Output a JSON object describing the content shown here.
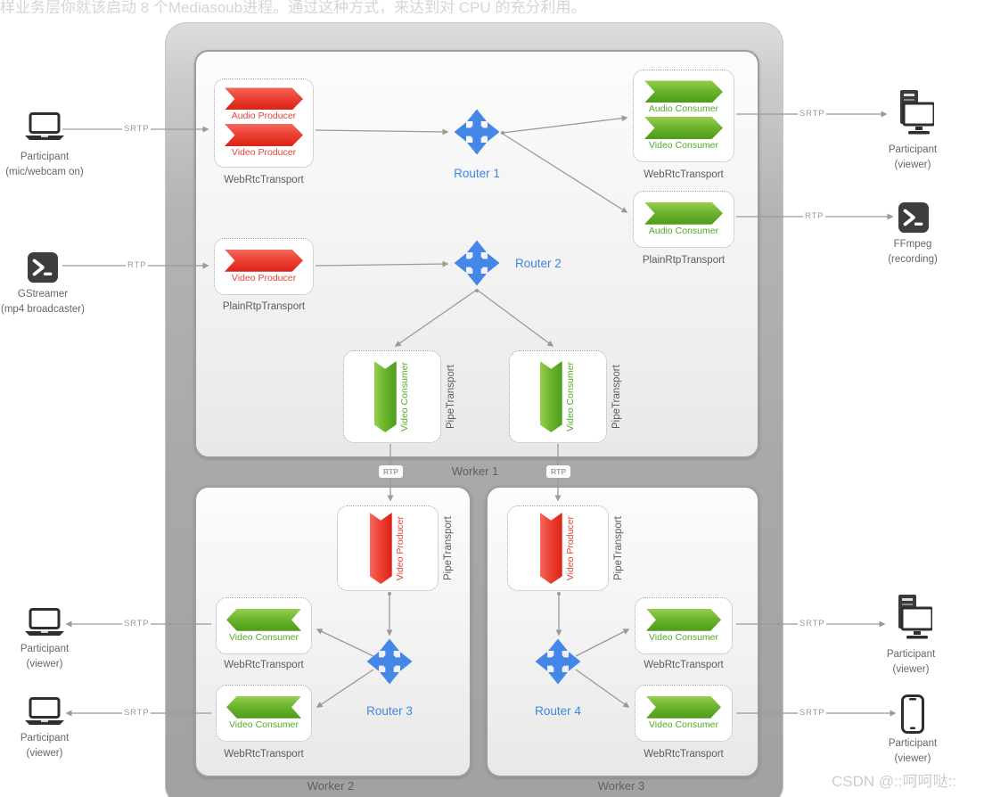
{
  "header": {
    "text": "样业务层你就该启动 8 个Mediasoub进程。通过这种方式，来达到对 CPU 的充分利用。"
  },
  "watermark": {
    "text": "CSDN @::呵呵哒::"
  },
  "net": {
    "srtp": "SRTP",
    "rtp": "RTP"
  },
  "workers": {
    "w1": "Worker 1",
    "w2": "Worker 2",
    "w3": "Worker 3"
  },
  "routers": {
    "r1": "Router 1",
    "r2": "Router 2",
    "r3": "Router 3",
    "r4": "Router 4"
  },
  "transports": {
    "webrtc": "WebRtcTransport",
    "plainrtp": "PlainRtpTransport",
    "pipe": "PipeTransport"
  },
  "tags": {
    "audio_producer": "Audio Producer",
    "video_producer": "Video Producer",
    "audio_consumer": "Audio Consumer",
    "video_consumer": "Video Consumer"
  },
  "endpoints": {
    "sender": {
      "line1": "Participant",
      "line2": "(mic/webcam on)"
    },
    "gstreamer": {
      "line1": "GStreamer",
      "line2": "(mp4 broadcaster)"
    },
    "viewer_top": {
      "line1": "Participant",
      "line2": "(viewer)"
    },
    "ffmpeg": {
      "line1": "FFmpeg",
      "line2": "(recording)"
    },
    "viewer_w2_a": {
      "line1": "Participant",
      "line2": "(viewer)"
    },
    "viewer_w2_b": {
      "line1": "Participant",
      "line2": "(viewer)"
    },
    "viewer_w3_a": {
      "line1": "Participant",
      "line2": "(viewer)"
    },
    "viewer_w3_b": {
      "line1": "Participant",
      "line2": "(viewer)"
    }
  },
  "colors": {
    "producer_red": "#e2443a",
    "consumer_green": "#55aa25",
    "router_blue": "#3e86e4",
    "host_gray": "#a9a9a9"
  }
}
